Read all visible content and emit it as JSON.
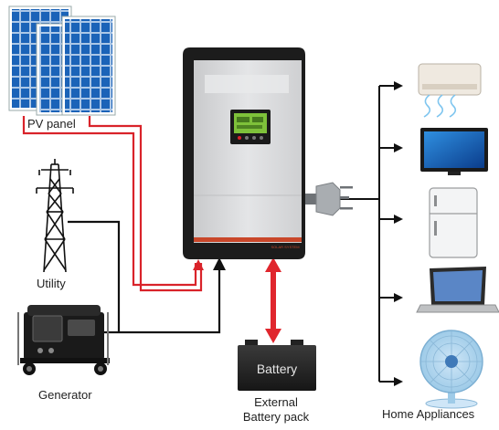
{
  "labels": {
    "pv_panel": "PV panel",
    "utility": "Utility",
    "generator": "Generator",
    "battery_text": "Battery",
    "external_battery_line1": "External",
    "external_battery_line2": "Battery pack",
    "home_appliances": "Home Appliances",
    "inverter_brand": "SOLAR SYSTEM"
  },
  "colors": {
    "pv_wire": "#d9232a",
    "ac_wire": "#111111",
    "battery_arrow": "#e0262d",
    "inverter_face": "#d7d8da",
    "inverter_frame": "#1c1c1c",
    "accent_stripe": "#c9472a",
    "lcd_screen": "#7ec13a",
    "panel_blue": "#1b63b8"
  },
  "icons": [
    "solar-panel-icon",
    "transmission-tower-icon",
    "generator-icon",
    "inverter-icon",
    "battery-icon",
    "plug-icon",
    "air-conditioner-icon",
    "tv-icon",
    "refrigerator-icon",
    "laptop-icon",
    "fan-icon"
  ]
}
